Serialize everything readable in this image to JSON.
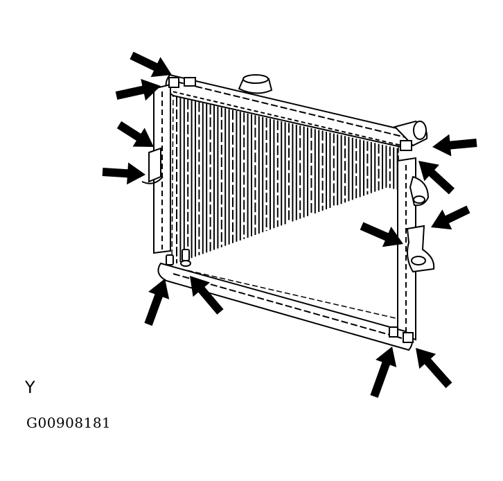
{
  "figure": {
    "view_label": "Y",
    "figure_id": "G00908181",
    "ink_color": "#000000",
    "background": "#ffffff"
  },
  "arrows": [
    {
      "name": "arrow-top-left-upper"
    },
    {
      "name": "arrow-top-left-lower"
    },
    {
      "name": "arrow-left-side-upper"
    },
    {
      "name": "arrow-left-side-lower"
    },
    {
      "name": "arrow-right-top-outer"
    },
    {
      "name": "arrow-right-top-inner"
    },
    {
      "name": "arrow-right-bracket-upper"
    },
    {
      "name": "arrow-right-bracket-lower"
    },
    {
      "name": "arrow-bottom-left-outer"
    },
    {
      "name": "arrow-bottom-left-inner"
    },
    {
      "name": "arrow-bottom-right-outer"
    },
    {
      "name": "arrow-bottom-right-inner"
    }
  ]
}
